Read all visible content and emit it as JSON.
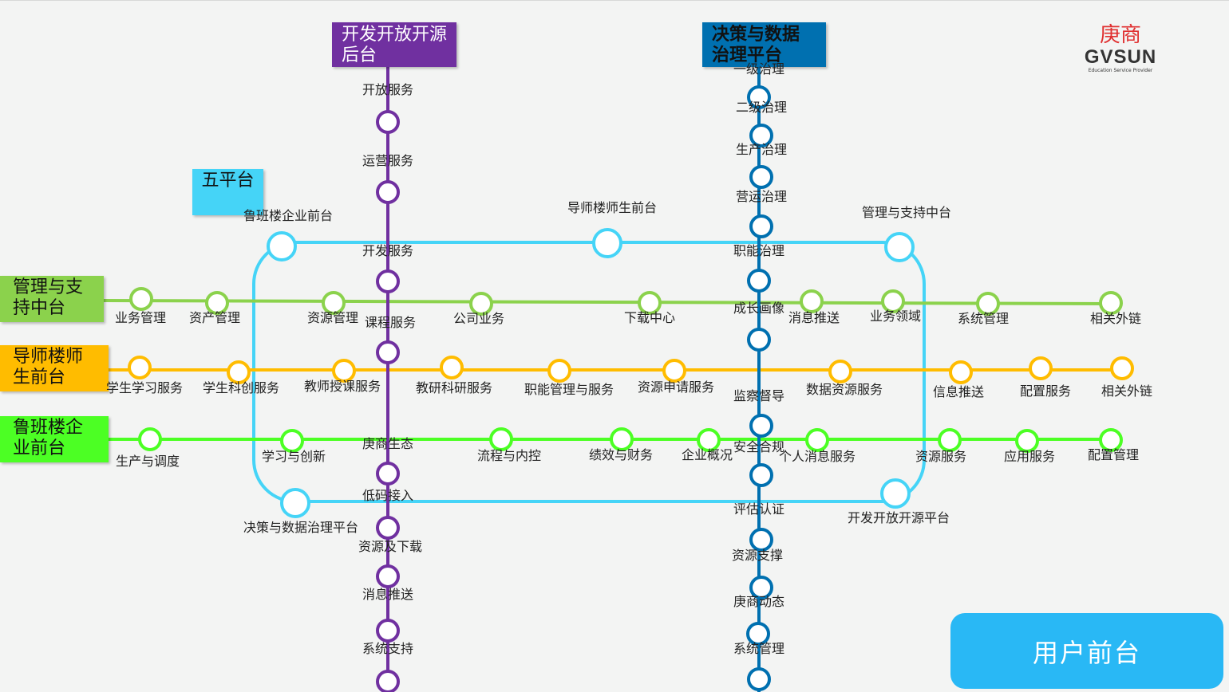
{
  "header_boxes": {
    "open_platform": "开发开放开源后台",
    "decision_platform": "决策与数据治理平台",
    "five_platforms": "五平台"
  },
  "side_boxes": {
    "management": "管理与支持中台",
    "tutor": "导师楼师生前台",
    "luban": "鲁班楼企业前台"
  },
  "logo": {
    "chinese": "庚商",
    "english": "GVSUN",
    "tagline": "Education Service Provider"
  },
  "user_button": "用户前台",
  "colors": {
    "purple": "#7030a0",
    "teal": "#0070b0",
    "cyan": "#45d4f7",
    "green_line": "#8bd24c",
    "orange_line": "#ffbc00",
    "bright_green_line": "#4cff24",
    "button": "#29b8f5"
  },
  "lines": {
    "purple": [
      "开放服务",
      "运营服务",
      "开发服务",
      "课程服务",
      "庚商生态",
      "低码接入",
      "资源及下载",
      "消息推送",
      "系统支持"
    ],
    "teal": [
      "一级治理",
      "二级治理",
      "生产治理",
      "营运治理",
      "职能治理",
      "成长画像",
      "监察督导",
      "安全合规",
      "评估认证",
      "资源支撑",
      "庚商动态",
      "系统管理"
    ],
    "cyan_loop": [
      "鲁班楼企业前台",
      "导师楼师生前台",
      "管理与支持中台",
      "决策与数据治理平台",
      "开发开放开源平台"
    ],
    "green": [
      "业务管理",
      "资产管理",
      "资源管理",
      "公司业务",
      "下载中心",
      "消息推送",
      "业务领域",
      "系统管理",
      "相关外链"
    ],
    "orange": [
      "学生学习服务",
      "学生科创服务",
      "教师授课服务",
      "教研科研服务",
      "职能管理与服务",
      "资源申请服务",
      "数据资源服务",
      "信息推送",
      "配置服务",
      "相关外链"
    ],
    "bright_green": [
      "生产与调度",
      "学习与创新",
      "流程与内控",
      "绩效与财务",
      "企业概况",
      "个人消息服务",
      "资源服务",
      "应用服务",
      "配置管理"
    ]
  }
}
